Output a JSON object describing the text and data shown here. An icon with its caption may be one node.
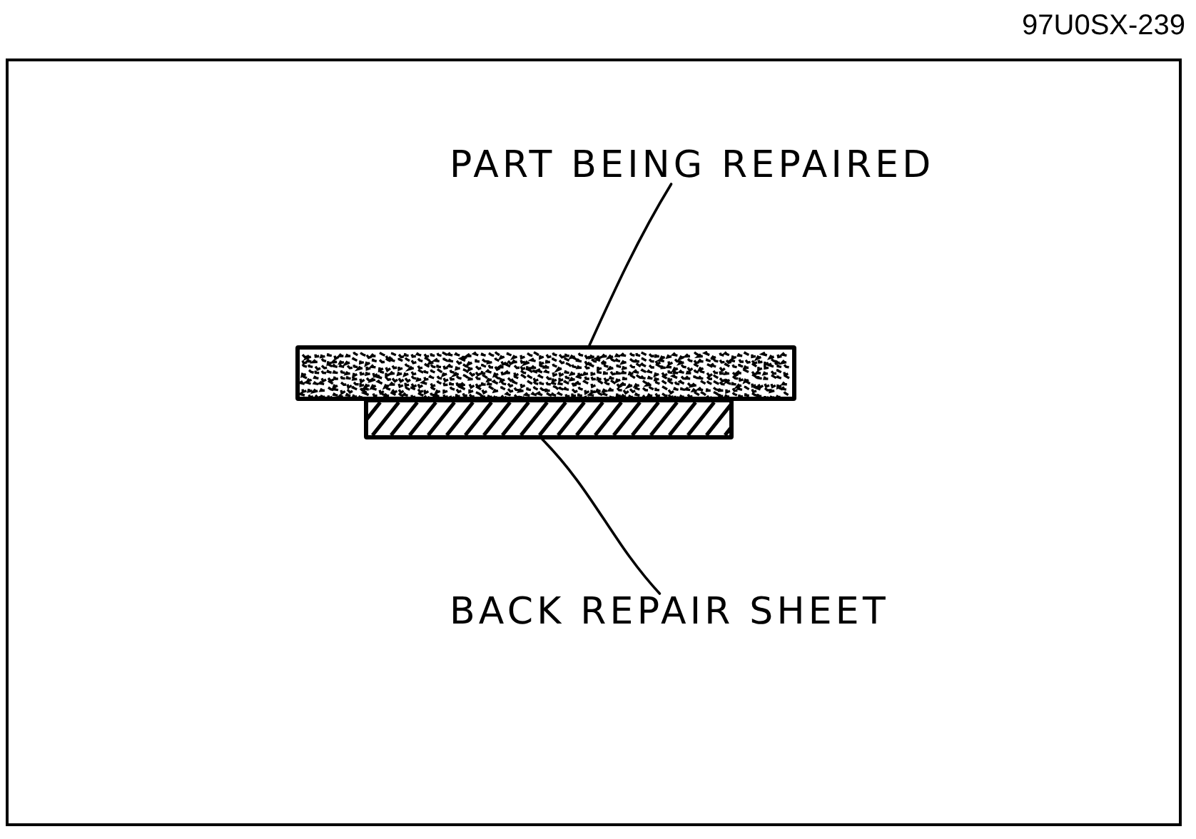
{
  "diagram": {
    "nodes": [
      {
        "text": [
          "PART BEING REPAIRED"
        ]
      },
      {
        "text": [],
        "shape": "bar"
      },
      {
        "text": [],
        "shape": "bar"
      },
      {
        "text": [
          "BACK REPAIR SHEET"
        ]
      }
    ],
    "edges": [
      {
        "from": 0,
        "to": 1,
        "arrow": "none"
      },
      {
        "from": 3,
        "to": 2,
        "arrow": "none"
      }
    ],
    "labels": [
      "97U0SX-239"
    ]
  }
}
